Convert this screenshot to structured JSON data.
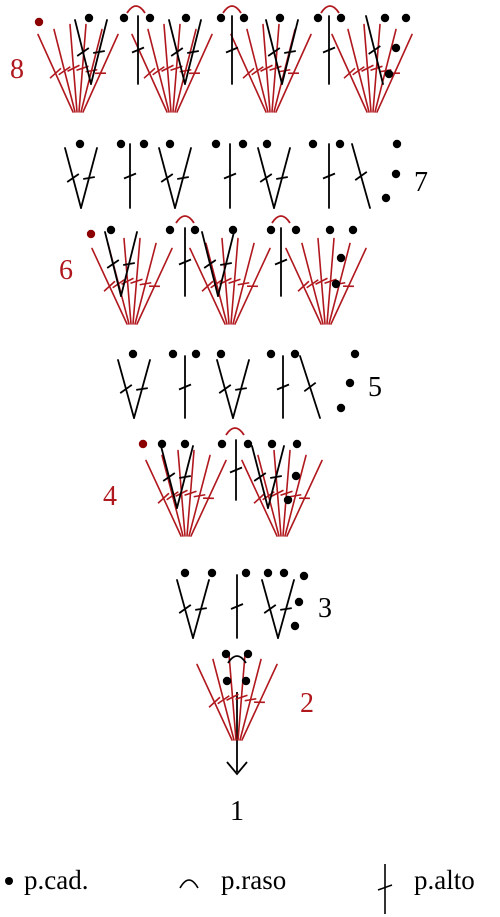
{
  "colors": {
    "black_rows": "#000000",
    "red_rows": "#b0181e",
    "red_dot": "#8b0000"
  },
  "rows": [
    {
      "label": "1",
      "stitch": "p.alto",
      "color": "black"
    },
    {
      "label": "2",
      "stitch": "p.alto",
      "color": "red"
    },
    {
      "label": "3",
      "stitch": "p.alto",
      "color": "black"
    },
    {
      "label": "4",
      "stitch": "p.alto",
      "color": "red"
    },
    {
      "label": "5",
      "stitch": "p.alto",
      "color": "black"
    },
    {
      "label": "6",
      "stitch": "p.alto",
      "color": "red"
    },
    {
      "label": "7",
      "stitch": "p.alto",
      "color": "black"
    },
    {
      "label": "8",
      "stitch": "p.alto",
      "color": "red"
    }
  ],
  "legend": {
    "chain": {
      "icon": "dot-icon",
      "label": "p.cad."
    },
    "slip": {
      "icon": "arc-icon",
      "label": "p.raso"
    },
    "dc": {
      "icon": "double-crochet-icon",
      "label": "p.alto"
    }
  }
}
